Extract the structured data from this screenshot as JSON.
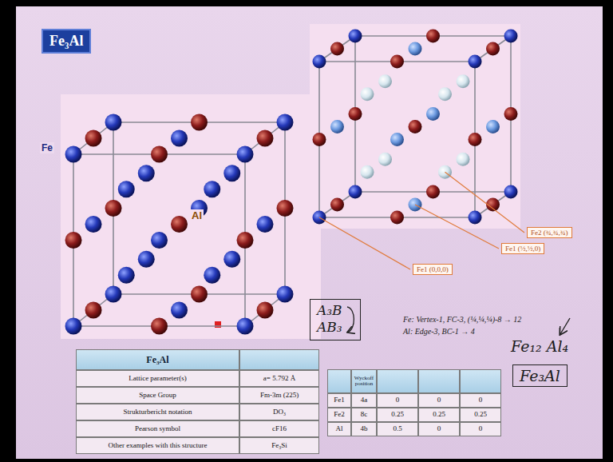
{
  "diagram": {
    "title": "Fe₃Al",
    "nodes": [
      {
        "text": [
          "A₃B",
          "AB₃"
        ]
      },
      {
        "text": [
          "Fe₃Al"
        ]
      },
      {
        "text": [
          "Fe2 (¾,¾,¾)"
        ]
      },
      {
        "text": [
          "Fe1 (½,½,0)"
        ]
      },
      {
        "text": [
          "Fe1 (0,0,0)"
        ]
      }
    ],
    "labels": [
      "Fe",
      "Al",
      "Fe: Vertex-1, FC-3, (¼,¼,¼)-8 → 12",
      "Al: Edge-3, BC-1 → 4",
      "Fe₁₂ Al₄",
      "Fe₃Al",
      "Lattice parameter(s)",
      "a= 5.792 Å",
      "Space Group",
      "Fm-3m (225)",
      "Strukturbericht notation",
      "DO₃",
      "Pearson symbol",
      "cF16",
      "Other examples with this structure",
      "Fe₃Si",
      "Wyckoff position",
      "Fe1",
      "4a",
      "0",
      "0",
      "0",
      "Fe2",
      "8c",
      "0.25",
      "0.25",
      "0.25",
      "Al",
      "4b",
      "0.5",
      "0",
      "0"
    ]
  }
}
